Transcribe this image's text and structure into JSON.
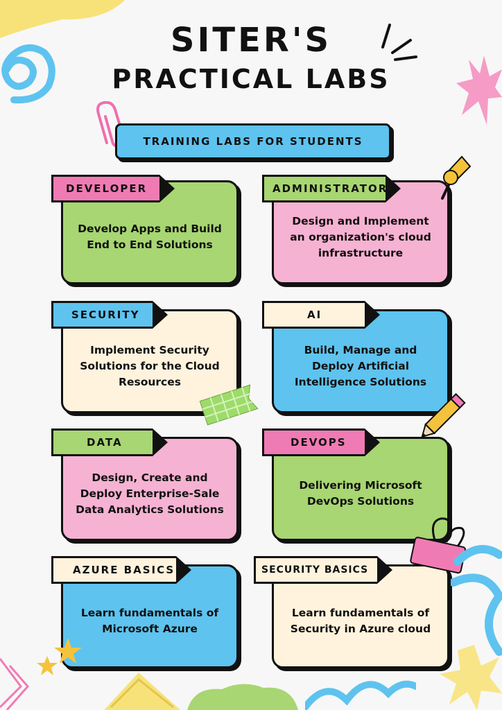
{
  "header": {
    "title_line1": "SITER'S",
    "title_line2": "PRACTICAL LABS",
    "subtitle": "TRAINING LABS FOR STUDENTS"
  },
  "labs": [
    {
      "tag": "DEVELOPER",
      "description": "Develop Apps and Build End to End Solutions"
    },
    {
      "tag": "ADMINISTRATOR",
      "description": "Design and Implement an organization's cloud infrastructure"
    },
    {
      "tag": "SECURITY",
      "description": "Implement Security Solutions for the Cloud Resources"
    },
    {
      "tag": "AI",
      "description": "Build, Manage and Deploy Artificial Intelligence Solutions"
    },
    {
      "tag": "DATA",
      "description": "Design, Create and Deploy Enterprise-Sale Data Analytics Solutions"
    },
    {
      "tag": "DEVOPS",
      "description": "Delivering Microsoft DevOps Solutions"
    },
    {
      "tag": "AZURE BASICS",
      "description": "Learn fundamentals of Microsoft Azure"
    },
    {
      "tag": "SECURITY BASICS",
      "description": "Learn fundamentals of Security in Azure cloud"
    }
  ],
  "colors": {
    "green": "#a8d672",
    "pink": "#f6b2d2",
    "hot_pink": "#f07bb4",
    "cream": "#fff3dd",
    "blue": "#5ec3ef",
    "yellow": "#f7e27a"
  },
  "decorations": [
    "spiral-doodle",
    "pink-splat",
    "paperclip-icon",
    "pushpin-icon",
    "washi-tape",
    "pencil-icon",
    "binder-clip-icon",
    "star-doodle",
    "blue-squiggle",
    "yellow-flower"
  ]
}
